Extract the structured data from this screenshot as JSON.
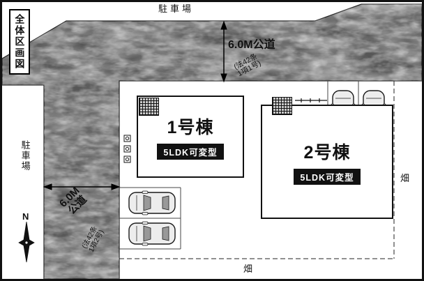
{
  "legend": {
    "title": "全体区画図"
  },
  "parking": {
    "top_label": "駐車場",
    "left_label": "駐車場"
  },
  "roads": {
    "top": {
      "label": "6.0M公道",
      "law_line1": "(法42条",
      "law_line2": "1項1号)"
    },
    "left": {
      "label_line1": "6.0M",
      "label_line2": "公道",
      "law_line1": "(法42条",
      "law_line2": "1項2号)"
    }
  },
  "fields": {
    "bottom": "畑",
    "right": "畑"
  },
  "compass": {
    "north": "N"
  },
  "buildings": [
    {
      "name": "1号棟",
      "badge": "5LDK可変型"
    },
    {
      "name": "2号棟",
      "badge": "5LDK可変型"
    }
  ],
  "colors": {
    "road_gray": "#9e9e9e",
    "ink": "#111111",
    "badge_bg": "#111111",
    "badge_text": "#ffffff"
  }
}
